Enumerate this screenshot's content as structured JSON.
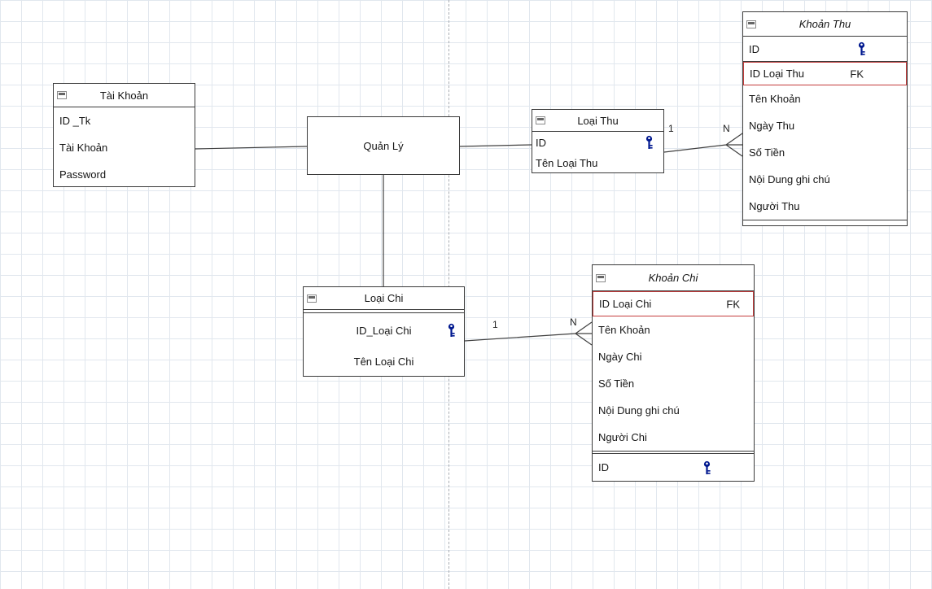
{
  "colors": {
    "fk_border": "#c43c3c",
    "key_icon": "#00188f",
    "grid_line": "#e1e7ee",
    "connector": "#404040",
    "entity_border": "#3a3a3a"
  },
  "icons": {
    "collapse": "collapse-box",
    "key": "primary-key"
  },
  "entities": {
    "tai_khoan": {
      "title": "Tài Khoản",
      "fields": [
        {
          "label": "ID _Tk"
        },
        {
          "label": "Tài Khoản"
        },
        {
          "label": "Password"
        }
      ]
    },
    "quan_ly": {
      "label": "Quản Lý"
    },
    "loai_thu": {
      "title": "Loại Thu",
      "fields": [
        {
          "label": "ID",
          "key": true
        },
        {
          "label": "Tên Loại Thu"
        }
      ]
    },
    "khoan_thu": {
      "title": "Khoản Thu",
      "pk": {
        "label": "ID",
        "key": true
      },
      "fk": {
        "label": "ID Loại Thu",
        "tag": "FK"
      },
      "fields": [
        {
          "label": "Tên Khoản"
        },
        {
          "label": "Ngày Thu"
        },
        {
          "label": "Số Tiền"
        },
        {
          "label": "Nội Dung ghi chú"
        },
        {
          "label": "Người Thu"
        }
      ]
    },
    "loai_chi": {
      "title": "Loại Chi",
      "fields": [
        {
          "label": "ID_Loại Chi",
          "key": true
        },
        {
          "label": "Tên Loại Chi"
        }
      ]
    },
    "khoan_chi": {
      "title": "Khoản Chi",
      "fk": {
        "label": "ID Loại Chi",
        "tag": "FK"
      },
      "fields": [
        {
          "label": "Tên Khoản"
        },
        {
          "label": "Ngày Chi"
        },
        {
          "label": "Số Tiền"
        },
        {
          "label": "Nội Dung ghi chú"
        },
        {
          "label": "Người Chi"
        }
      ],
      "pk": {
        "label": "ID",
        "key": true
      }
    }
  },
  "relations": {
    "loai_thu_khoan_thu": {
      "one": "1",
      "many": "N"
    },
    "loai_chi_khoan_chi": {
      "one": "1",
      "many": "N"
    }
  }
}
